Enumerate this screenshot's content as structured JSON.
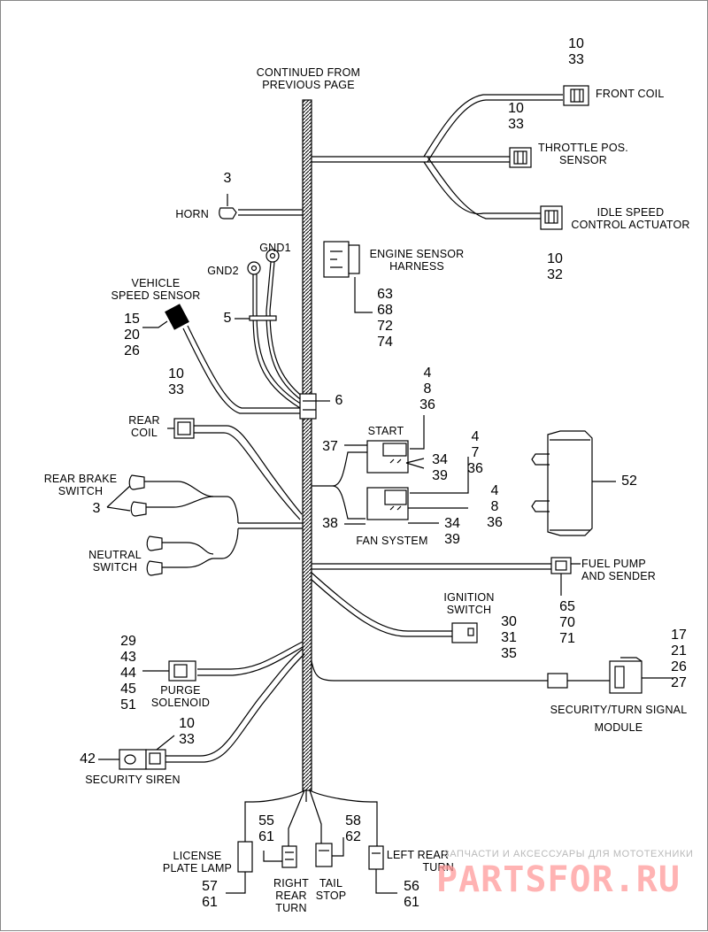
{
  "header": {
    "line1": "CONTINUED FROM",
    "line2": "PREVIOUS PAGE"
  },
  "components": {
    "front_coil": {
      "label": "FRONT  COIL",
      "refs": [
        "10",
        "33"
      ]
    },
    "throttle": {
      "line1": "THROTTLE POS.",
      "line2": "SENSOR",
      "refs": [
        "10",
        "33"
      ]
    },
    "idle": {
      "line1": "IDLE SPEED",
      "line2": "CONTROL ACTUATOR",
      "refs": [
        "10",
        "32"
      ]
    },
    "horn": {
      "label": "HORN",
      "refs": [
        "3"
      ]
    },
    "gnd1": {
      "label": "GND1"
    },
    "gnd2": {
      "label": "GND2"
    },
    "engine_sensor": {
      "line1": "ENGINE SENSOR",
      "line2": "HARNESS",
      "refs": [
        "63",
        "68",
        "72",
        "74"
      ]
    },
    "vss": {
      "line1": "VEHICLE",
      "line2": "SPEED SENSOR",
      "refs": [
        "15",
        "20",
        "26"
      ]
    },
    "clip5": {
      "ref": "5"
    },
    "clip6": {
      "ref": "6"
    },
    "rear_coil": {
      "line1": "REAR",
      "line2": "COIL",
      "refs": [
        "10",
        "33"
      ]
    },
    "start": {
      "label": "START",
      "refs_top": [
        "4",
        "8",
        "36"
      ],
      "ref_37": "37"
    },
    "relay_mid": {
      "refs_a": [
        "4",
        "7",
        "36"
      ],
      "refs_b": [
        "34",
        "39"
      ]
    },
    "fan": {
      "label": "FAN SYSTEM",
      "ref_38": "38",
      "refs_c": [
        "4",
        "8",
        "36"
      ],
      "refs_d": [
        "34",
        "39"
      ]
    },
    "module52": {
      "ref": "52"
    },
    "rear_brake": {
      "line1": "REAR BRAKE",
      "line2": "SWITCH",
      "refs": [
        "3"
      ]
    },
    "neutral": {
      "line1": "NEUTRAL",
      "line2": "SWITCH"
    },
    "fuel_pump": {
      "line1": "FUEL PUMP",
      "line2": "AND SENDER",
      "refs": [
        "65",
        "70",
        "71"
      ]
    },
    "ignition": {
      "line1": "IGNITION",
      "line2": "SWITCH",
      "refs": [
        "30",
        "31",
        "35"
      ]
    },
    "security_module": {
      "line1": "SECURITY/TURN SIGNAL",
      "line2": "MODULE",
      "refs": [
        "17",
        "21",
        "26",
        "27"
      ]
    },
    "purge": {
      "line1": "PURGE",
      "line2": "SOLENOID",
      "refs": [
        "29",
        "43",
        "44",
        "45",
        "51"
      ]
    },
    "siren": {
      "label": "SECURITY SIREN",
      "refs": [
        "10",
        "33"
      ],
      "ref_42": "42"
    },
    "license": {
      "line1": "LICENSE",
      "line2": "PLATE LAMP",
      "refs": [
        "57",
        "61"
      ]
    },
    "right_rear": {
      "line1": "RIGHT",
      "line2": "REAR",
      "line3": "TURN",
      "refs": [
        "55",
        "61"
      ]
    },
    "tail": {
      "line1": "TAIL",
      "line2": "STOP",
      "refs": [
        "58",
        "62"
      ]
    },
    "left_rear": {
      "line1": "LEFT REAR",
      "line2": "TURN",
      "refs": [
        "56",
        "61"
      ]
    }
  },
  "watermark": {
    "small": "ЗАПЧАСТИ И АКСЕССУАРЫ ДЛЯ МОТОТЕХНИКИ",
    "logo": "PARTSFOR.RU"
  },
  "colors": {
    "line": "#000000",
    "watermark_logo": "#ff9a9a",
    "watermark_text": "#b9b9b9"
  }
}
